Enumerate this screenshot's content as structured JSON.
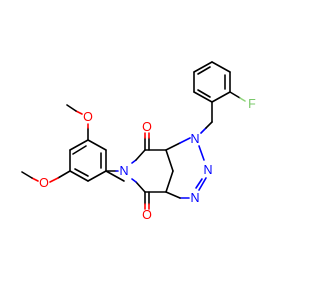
{
  "molecule": {
    "atoms": {
      "o_methoxy_top": "O",
      "o_methoxy_bottom": "O",
      "n_imide": "N",
      "o_carbonyl_top": "O",
      "o_carbonyl_bottom": "O",
      "n1": "N",
      "n2": "N",
      "n3": "N",
      "f": "F"
    },
    "colors": {
      "carbon_bond": "#000000",
      "oxygen": "#ff0000",
      "nitrogen": "#0000ff",
      "fluorine": "#7ac86a"
    }
  }
}
